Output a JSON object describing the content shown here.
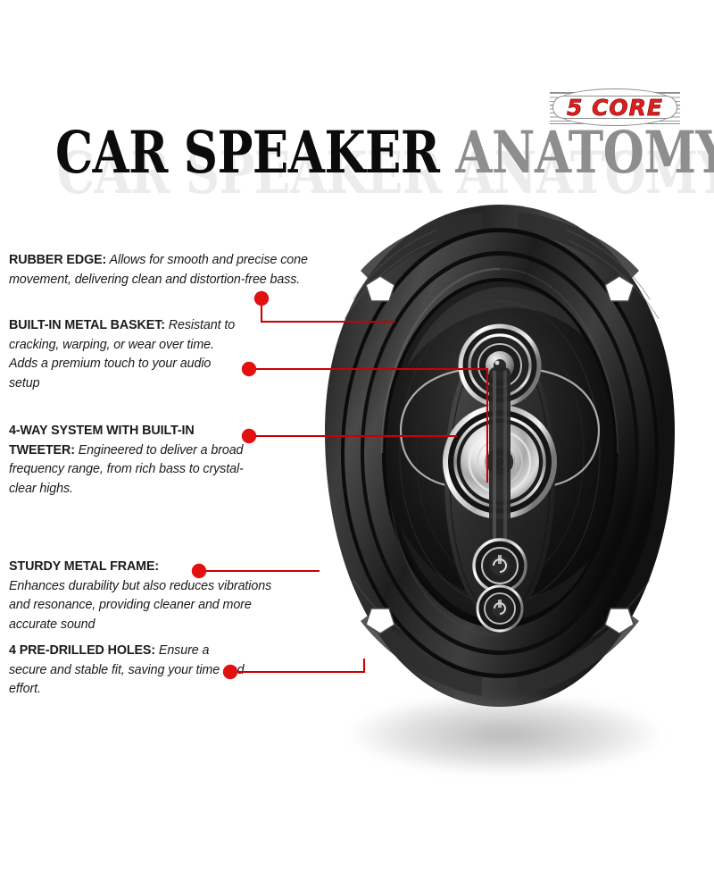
{
  "brand": {
    "name": "5 CORE",
    "color": "#e21d1d"
  },
  "headline": {
    "part1": "CAR SPEAKER ",
    "part2": "ANATOMY",
    "full": "CAR SPEAKER ANATOMY",
    "color_part1": "#0b0b0b",
    "color_part2": "#8e8e8e"
  },
  "accent_color": "#cc0000",
  "callouts": [
    {
      "id": "rubber-edge",
      "heading": "RUBBER EDGE:",
      "body": " Allows for smooth and precise cone movement, delivering clean and distortion-free bass."
    },
    {
      "id": "built-in-metal-basket",
      "heading": "BUILT-IN METAL BASKET:",
      "body": " Resistant to cracking, warping, or wear over time. Adds a premium touch to your audio setup"
    },
    {
      "id": "four-way-system",
      "heading": "4-WAY SYSTEM WITH BUILT-IN TWEETER:",
      "body": " Engineered to deliver a broad frequency range, from rich bass to crystal-clear highs."
    },
    {
      "id": "sturdy-metal-frame",
      "heading": "STURDY METAL FRAME:",
      "body": "Enhances durability but also reduces vibrations and resonance, providing cleaner and more accurate sound"
    },
    {
      "id": "pre-drilled-holes",
      "heading": "4 PRE-DRILLED HOLES:",
      "body": " Ensure a secure and stable fit, saving your time and effort."
    }
  ],
  "product": {
    "name": "oval car speaker",
    "shape": "6x9 oval",
    "driver_count": 4,
    "mounting_holes": 4
  }
}
